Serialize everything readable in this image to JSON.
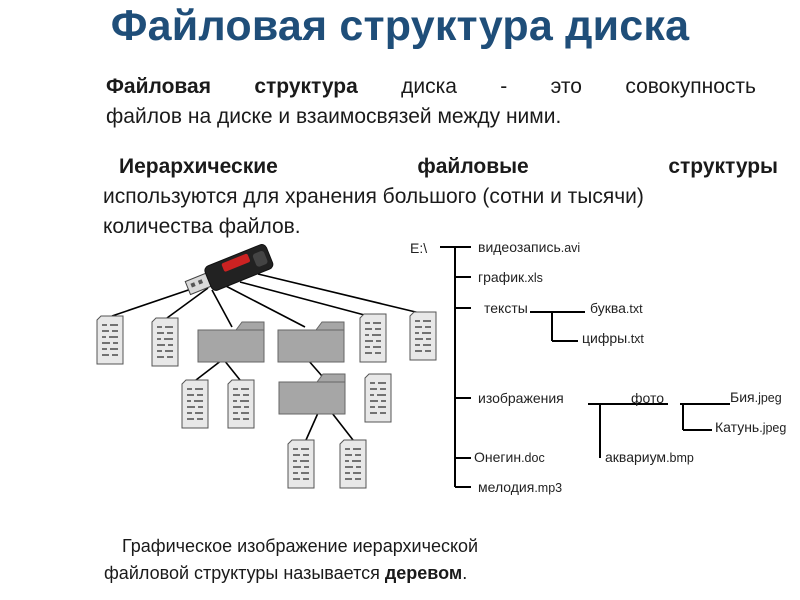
{
  "title": "Файловая структура диска",
  "para1": {
    "lead_words": [
      "Файловая",
      "структура",
      "диска",
      "-",
      "это",
      "совокупность"
    ],
    "bold_lead_count": 2,
    "line2": "файлов на диске и взаимосвязей между ними."
  },
  "para2": {
    "lead_words": [
      "Иерархические",
      "файловые",
      "структуры"
    ],
    "line2": "используются для хранения большого (сотни и тысячи)",
    "line3": "количества файлов."
  },
  "caption": {
    "line1": "Графическое изображение иерархической",
    "line2_prefix": "файловой структуры называется ",
    "line2_bold": "деревом",
    "line2_suffix": "."
  },
  "tree": {
    "root": "E:\\",
    "items": {
      "video": {
        "name": "видеозапись",
        "ext": ".avi"
      },
      "graph": {
        "name": "график",
        "ext": ".xls"
      },
      "texts": {
        "name": "тексты",
        "ext": ""
      },
      "letters": {
        "name": "буква",
        "ext": ".txt"
      },
      "digits": {
        "name": "цифры",
        "ext": ".txt"
      },
      "images": {
        "name": "изображения",
        "ext": ""
      },
      "photo": {
        "name": "фото",
        "ext": ""
      },
      "biya": {
        "name": "Бия",
        "ext": ".jpeg"
      },
      "katun": {
        "name": "Катунь",
        "ext": ".jpeg"
      },
      "onegin": {
        "name": "Онегин",
        "ext": ".doc"
      },
      "aquarium": {
        "name": "аквариум",
        "ext": ".bmp"
      },
      "melody": {
        "name": "мелодия",
        "ext": ".mp3"
      }
    }
  },
  "colors": {
    "title": "#1f4e79",
    "folder": "#a6a6a6",
    "file": "#e8e8e8",
    "line": "#000000"
  }
}
